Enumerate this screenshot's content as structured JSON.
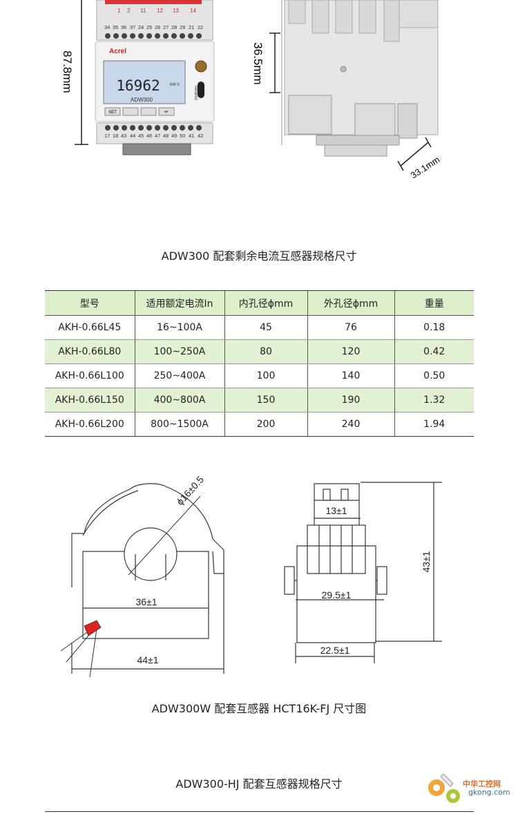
{
  "device": {
    "brand": "Acrel",
    "model": "ADW300",
    "lcd_value": "16962",
    "lcd_unit": "kW h",
    "infrared_label": "Infrared",
    "button_labels": [
      "SET",
      "",
      "",
      "↵"
    ],
    "top_terminals_row1": [
      "1",
      "2",
      "11",
      "12",
      "13",
      "14"
    ],
    "top_terminals_row2": [
      "34",
      "35",
      "36",
      "37",
      "24",
      "25",
      "26",
      "27",
      "28",
      "29",
      "21",
      "22"
    ],
    "bottom_terminals": [
      "17",
      "18",
      "43",
      "44",
      "45",
      "46",
      "47",
      "48",
      "49",
      "50",
      "41",
      "42"
    ],
    "dim_height": "87.8mm",
    "dim_side": "36.5mm",
    "dim_depth": "33.1mm"
  },
  "section1": {
    "title": "ADW300 配套剩余电流互感器规格尺寸"
  },
  "table": {
    "headers": [
      "型号",
      "适用额定电流In",
      "内孔径ϕmm",
      "外孔径ϕmm",
      "重量"
    ],
    "rows": [
      [
        "AKH-0.66L45",
        "16~100A",
        "45",
        "76",
        "0.18"
      ],
      [
        "AKH-0.66L80",
        "100~250A",
        "80",
        "120",
        "0.42"
      ],
      [
        "AKH-0.66L100",
        "250~400A",
        "100",
        "140",
        "0.50"
      ],
      [
        "AKH-0.66L150",
        "400~800A",
        "150",
        "190",
        "1.32"
      ],
      [
        "AKH-0.66L200",
        "800~1500A",
        "200",
        "240",
        "1.94"
      ]
    ]
  },
  "drawing": {
    "dim_hole": "ϕ16±0.5",
    "dim_inner_width": "36±1",
    "dim_outer_width": "44±1",
    "dim_top": "13±1",
    "dim_mid": "29.5±1",
    "dim_bottom": "22.5±1",
    "dim_height": "43±1"
  },
  "section2": {
    "title": "ADW300W 配套互感器 HCT16K-FJ 尺寸图"
  },
  "section3": {
    "title": "ADW300-HJ 配套互感器规格尺寸"
  },
  "watermark": {
    "text1": "中华工控网",
    "text2": "gkong.com"
  },
  "colors": {
    "header_bg": "#dcefc9",
    "alt_row_bg": "#e2f1d2",
    "lcd_bg": "#c8d8ea"
  }
}
